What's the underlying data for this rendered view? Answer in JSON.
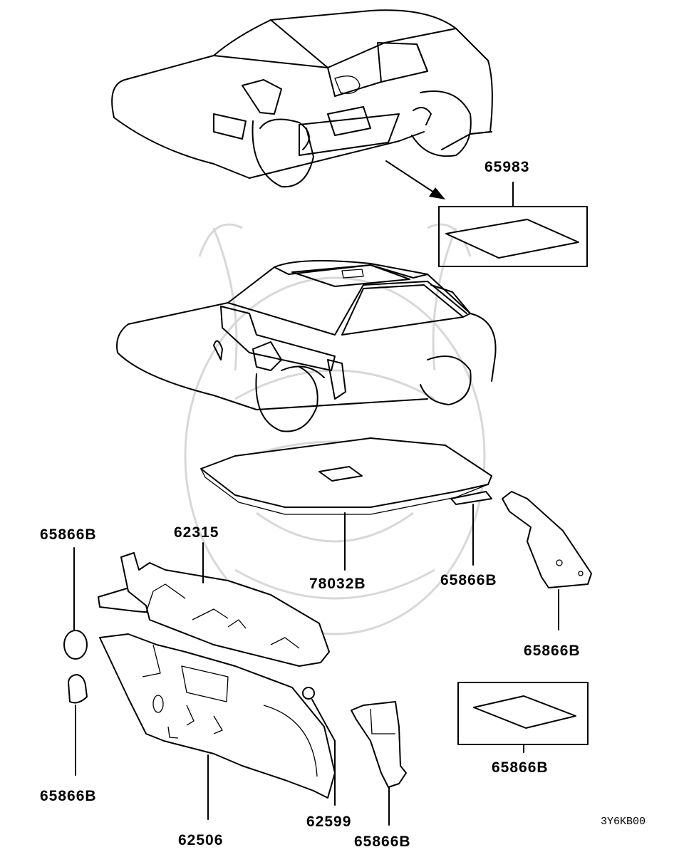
{
  "diagram": {
    "code": "3Y6KB00",
    "labels": {
      "p65983": "65983",
      "p78032B": "78032B",
      "p65866B_top_left": "65866B",
      "p62315": "62315",
      "p65866B_mid": "65866B",
      "p65866B_right_panel": "65866B",
      "p65866B_box": "65866B",
      "p65866B_bottom_left": "65866B",
      "p62599": "62599",
      "p62506": "62506",
      "p65866B_bottom": "65866B"
    }
  }
}
